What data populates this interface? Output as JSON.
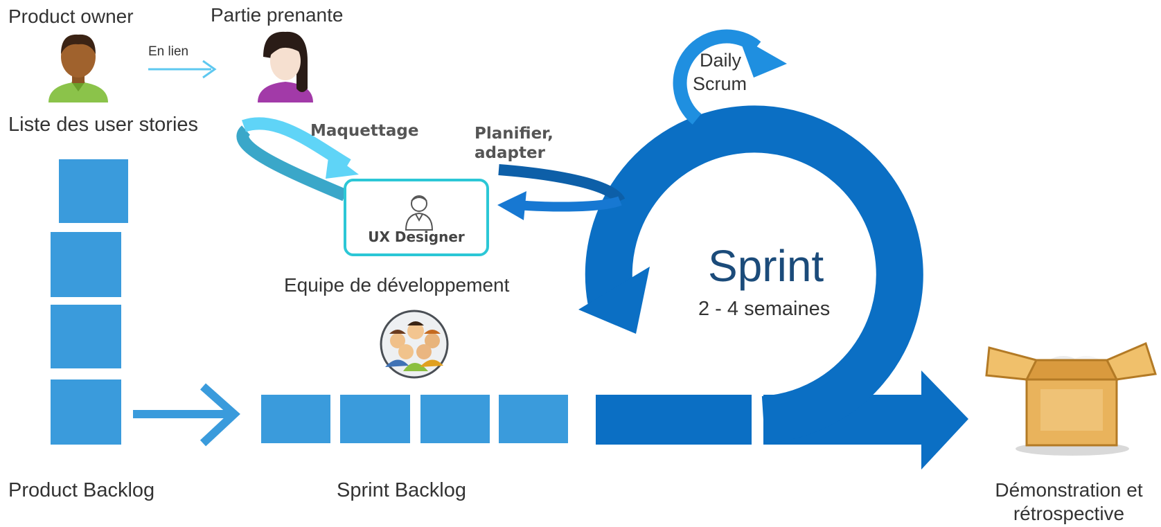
{
  "title": "",
  "colors": {
    "primary_blue": "#0b6fc4",
    "light_blue": "#2e93d9",
    "backlog_blue": "#3a9bdc",
    "cyan": "#2cc7d6",
    "dark_text": "#333333"
  },
  "icons": {
    "product_owner": "man-avatar-icon",
    "stakeholder": "woman-avatar-icon",
    "ux_designer": "person-outline-icon",
    "dev_team": "team-group-icon",
    "delivery": "open-box-icon"
  },
  "labels": {
    "product_owner": "Product owner",
    "stakeholder": "Partie prenante",
    "link": "En lien",
    "user_stories": "Liste des user stories",
    "mockup": "Maquettage",
    "plan_line1": "Planifier,",
    "plan_line2": "adapter",
    "ux_designer": "UX Designer",
    "dev_team": "Equipe de développement",
    "daily_line1": "Daily",
    "daily_line2": "Scrum",
    "sprint": "Sprint",
    "sprint_duration": "2 - 4 semaines",
    "product_backlog": "Product Backlog",
    "sprint_backlog": "Sprint Backlog",
    "demo_line1": "Démonstration et",
    "demo_line2": "rétrospective"
  }
}
